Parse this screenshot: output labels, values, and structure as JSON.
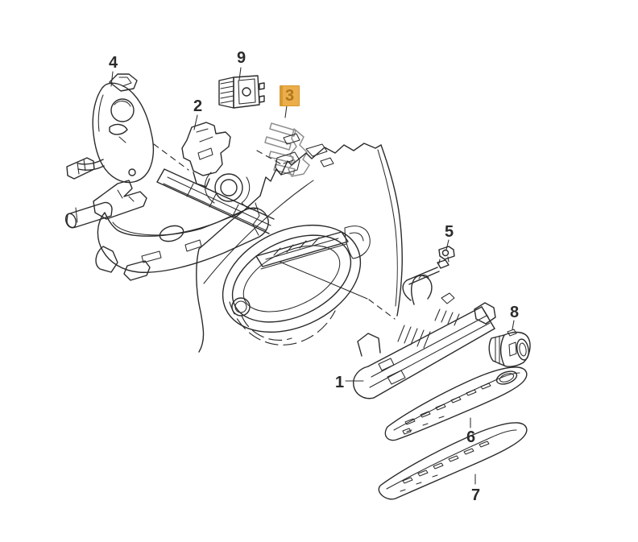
{
  "figure": {
    "description": "Black-and-white exploded line drawing of a car front-door exterior handle assembly on a white background. A jagged section of the door skin with an oval handle recess sits in the middle; handle carrier, brackets, clip, switch, lock cap and two trim strips are arranged around it with numbered callouts.",
    "highlighted_callout": "3"
  },
  "colors": {
    "background": "#ffffff",
    "ink": "#2b2b2b",
    "muted_ink": "#8f8f8f",
    "highlight_bg": "#ECAE4A",
    "highlight_border": "#D8982F",
    "highlight_text": "#AC771E"
  },
  "callouts": [
    {
      "label": "1",
      "highlighted": false
    },
    {
      "label": "2",
      "highlighted": false
    },
    {
      "label": "3",
      "highlighted": true
    },
    {
      "label": "4",
      "highlighted": false
    },
    {
      "label": "5",
      "highlighted": false
    },
    {
      "label": "6",
      "highlighted": false
    },
    {
      "label": "7",
      "highlighted": false
    },
    {
      "label": "8",
      "highlighted": false
    },
    {
      "label": "9",
      "highlighted": false
    }
  ]
}
